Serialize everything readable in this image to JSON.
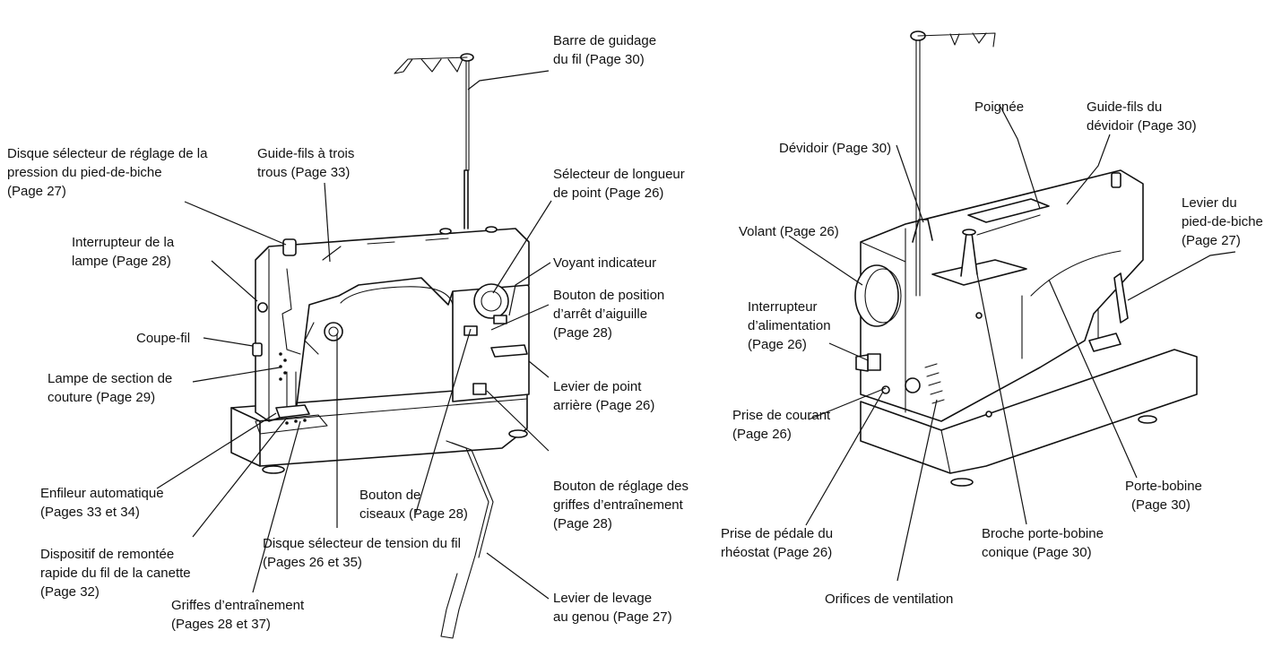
{
  "labels": {
    "barre_guidage": [
      "Barre de guidage",
      "du fil (Page 30)"
    ],
    "disque_pression": [
      "Disque sélecteur de réglage de la",
      "pression du pied-de-biche",
      "(Page 27)"
    ],
    "guide_trois": [
      "Guide-fils à trois",
      "trous (Page 33)"
    ],
    "selecteur_longueur": [
      "Sélecteur de longueur",
      "de point (Page 26)"
    ],
    "interrupteur_lampe": [
      "Interrupteur de la",
      "lampe (Page 28)"
    ],
    "voyant": [
      "Voyant indicateur"
    ],
    "bouton_position": [
      "Bouton de position",
      "d’arrêt d’aiguille",
      "(Page 28)"
    ],
    "coupe_fil": [
      "Coupe-fil"
    ],
    "lampe_section": [
      "Lampe de section de",
      "couture (Page 29)"
    ],
    "levier_arriere": [
      "Levier de point",
      "arrière (Page 26)"
    ],
    "enfileur": [
      "Enfileur automatique",
      "(Pages 33 et 34)"
    ],
    "bouton_ciseaux": [
      "Bouton de",
      "ciseaux (Page 28)"
    ],
    "bouton_griffes": [
      "Bouton de réglage des",
      "griffes d’entraînement",
      "(Page 28)"
    ],
    "dispositif_remontee": [
      "Dispositif de remontée",
      "rapide du fil de la canette",
      "(Page 32)"
    ],
    "disque_tension": [
      "Disque sélecteur de tension du fil",
      "(Pages 26 et 35)"
    ],
    "griffes": [
      "Griffes d’entraînement",
      "(Pages 28 et 37)"
    ],
    "levier_genou": [
      "Levier de levage",
      "au genou (Page 27)"
    ],
    "poignee": [
      "Poignée"
    ],
    "guide_devidoir": [
      "Guide-fils du",
      "dévidoir (Page 30)"
    ],
    "devidoir": [
      "Dévidoir (Page 30)"
    ],
    "levier_pied": [
      "Levier du",
      "pied-de-biche",
      "(Page 27)"
    ],
    "volant": [
      "Volant (Page 26)"
    ],
    "interrupteur_alim": [
      "Interrupteur",
      "d’alimentation",
      "(Page 26)"
    ],
    "prise_courant": [
      "Prise de courant",
      "(Page 26)"
    ],
    "porte_bobine": [
      "Porte-bobine",
      "(Page 30)"
    ],
    "prise_pedale": [
      "Prise de pédale du",
      "rhéostat (Page 26)"
    ],
    "broche": [
      "Broche porte-bobine",
      "conique (Page 30)"
    ],
    "orifices": [
      "Orifices de ventilation"
    ]
  }
}
